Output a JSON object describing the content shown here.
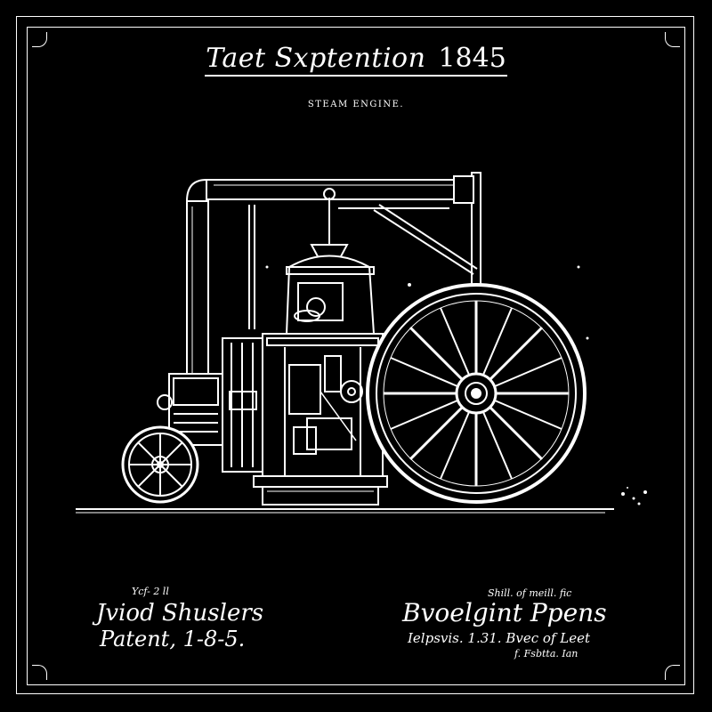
{
  "header": {
    "title_script": "Taet Sxptention",
    "title_year": "1845",
    "subtitle": "STEAM ENGINE."
  },
  "signature_left": {
    "line1": "Ycf- 2 ll",
    "line2": "Jviod Shuslers",
    "line3": "Patent, 1-8-5."
  },
  "signature_right": {
    "line1": "Shill. of meill. fic",
    "line2": "Bvoelgint Ppens",
    "line3": "Ielpsvis. 1.31. Bvec of Leet",
    "line4": "f. Fsbtta. Ian"
  },
  "colors": {
    "background": "#000000",
    "ink": "#ffffff"
  }
}
